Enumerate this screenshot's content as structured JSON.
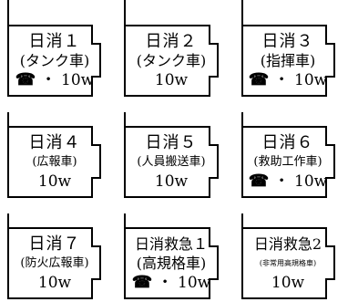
{
  "units": [
    {
      "name": "日消１",
      "role": "(タンク車)",
      "power": "10w",
      "phone": true,
      "phone_icon": "telephone-icon",
      "separator": "・"
    },
    {
      "name": "日消２",
      "role": "(タンク車)",
      "power": "10w",
      "phone": false
    },
    {
      "name": "日消３",
      "role": "(指揮車)",
      "power": "10w",
      "phone": true,
      "phone_icon": "telephone-icon",
      "separator": "・"
    },
    {
      "name": "日消４",
      "role": "(広報車)",
      "power": "10w",
      "phone": false
    },
    {
      "name": "日消５",
      "role": "(人員搬送車)",
      "power": "10w",
      "phone": false
    },
    {
      "name": "日消６",
      "role": "(救助工作車)",
      "power": "10w",
      "phone": true,
      "phone_icon": "telephone-icon",
      "separator": "・"
    },
    {
      "name": "日消７",
      "role": "(防火広報車)",
      "power": "10w",
      "phone": false
    },
    {
      "name": "日消救急１",
      "role": "(高規格車)",
      "power": "10w",
      "phone": true,
      "phone_icon": "telephone-icon",
      "separator": "・"
    },
    {
      "name": "日消救急2",
      "role": "(非常用高規格車)",
      "power": "10w",
      "phone": false
    }
  ]
}
